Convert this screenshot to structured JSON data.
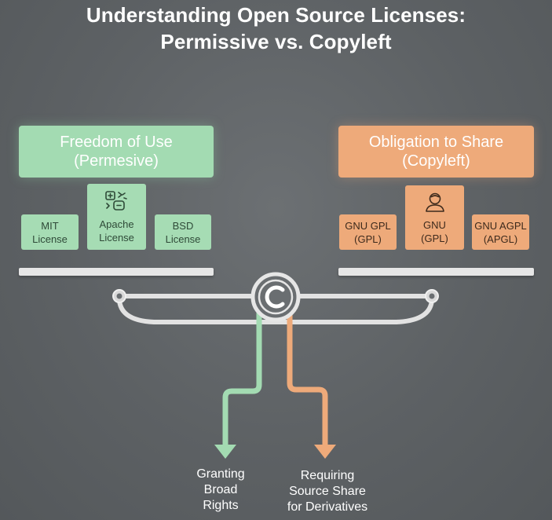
{
  "title": {
    "line1": "Understanding Open Source Licenses:",
    "line2": "Permissive vs. Copyleft"
  },
  "permissive": {
    "heading_line1": "Freedom of Use",
    "heading_line2": "(Permesive)",
    "licenses": [
      {
        "line1": "MIT",
        "line2": "License",
        "icon": ""
      },
      {
        "line1": "Apache",
        "line2": "License",
        "icon": "gears-icon"
      },
      {
        "line1": "BSD",
        "line2": "License",
        "icon": ""
      }
    ],
    "outcome": [
      "Granting",
      "Broad",
      "Rights"
    ]
  },
  "copyleft": {
    "heading_line1": "Obligation to Share",
    "heading_line2": "(Copyleft)",
    "licenses": [
      {
        "line1": "GNU GPL",
        "line2": "(GPL)",
        "icon": ""
      },
      {
        "line1": "GNU",
        "line2": "(GPL)",
        "icon": "user-icon"
      },
      {
        "line1": "GNU AGPL",
        "line2": "(APGL)",
        "icon": ""
      }
    ],
    "outcome": [
      "Requiring",
      "Source Share",
      "for Derivatives"
    ]
  },
  "center_symbol": "copyright-icon",
  "colors": {
    "background": "#5f6366",
    "green": "#a3dbb2",
    "orange": "#eeaa7a",
    "scale": "#e2e2e2"
  }
}
